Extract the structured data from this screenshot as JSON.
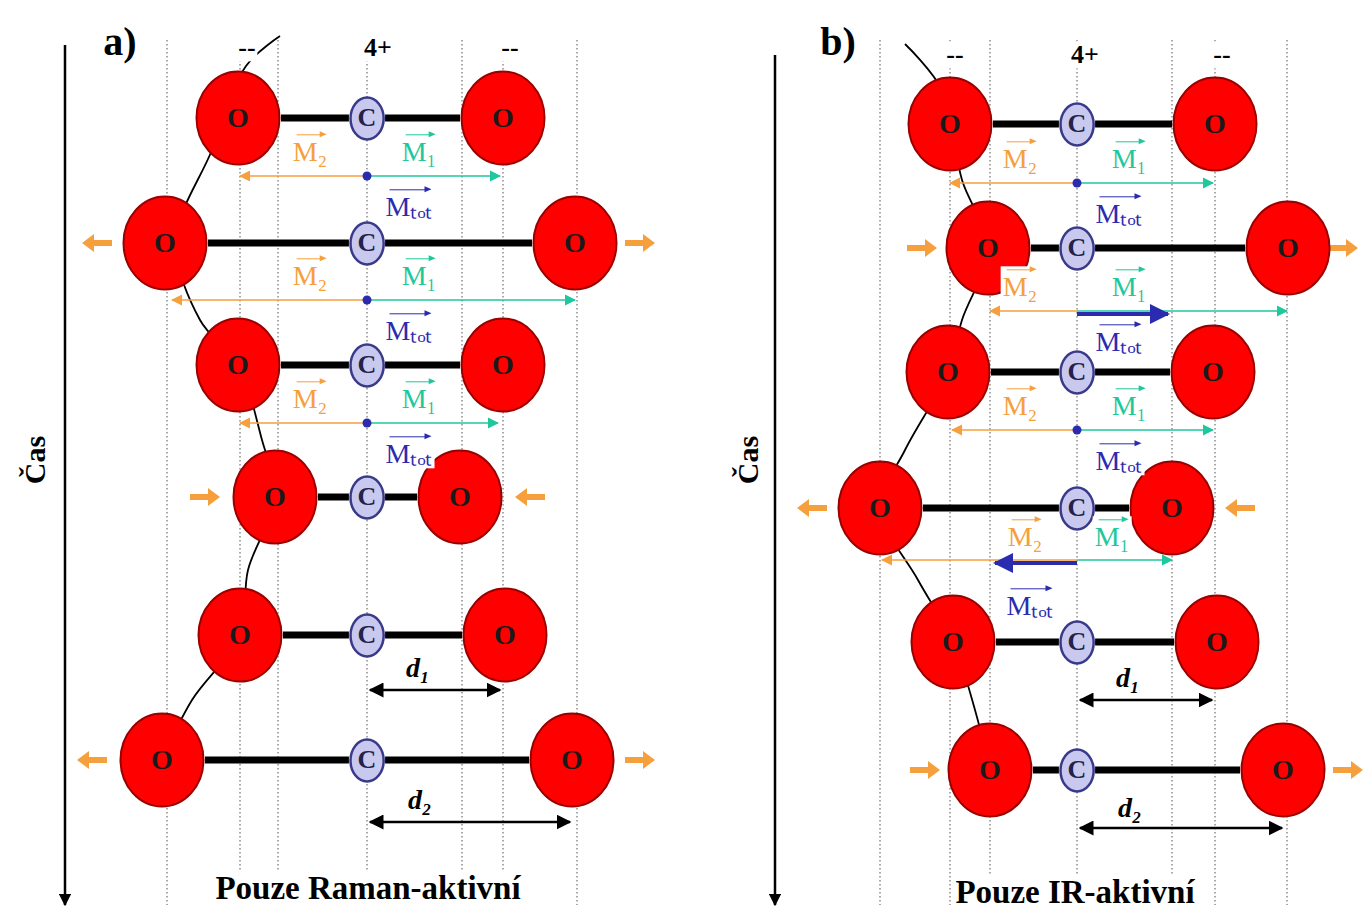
{
  "diagram": {
    "nodes": [
      {
        "text": [
          "O"
        ]
      },
      {
        "text": [
          "C"
        ]
      },
      {
        "text": [
          "O"
        ]
      },
      {
        "text": [
          "O"
        ]
      },
      {
        "text": [
          "C"
        ]
      },
      {
        "text": [
          "O"
        ]
      },
      {
        "text": [
          "O"
        ]
      },
      {
        "text": [
          "C"
        ]
      },
      {
        "text": [
          "O"
        ]
      },
      {
        "text": [
          "O"
        ]
      },
      {
        "text": [
          "C"
        ]
      },
      {
        "text": [
          "O"
        ]
      },
      {
        "text": [
          "O"
        ]
      },
      {
        "text": [
          "C"
        ]
      },
      {
        "text": [
          "O"
        ]
      },
      {
        "text": [
          "O"
        ]
      },
      {
        "text": [
          "C"
        ]
      },
      {
        "text": [
          "O"
        ]
      },
      {
        "text": [
          "O"
        ]
      },
      {
        "text": [
          "C"
        ]
      },
      {
        "text": [
          "O"
        ]
      },
      {
        "text": [
          "O"
        ]
      },
      {
        "text": [
          "C"
        ]
      },
      {
        "text": [
          "O"
        ]
      },
      {
        "text": [
          "O"
        ]
      },
      {
        "text": [
          "C"
        ]
      },
      {
        "text": [
          "O"
        ]
      },
      {
        "text": [
          "O"
        ]
      },
      {
        "text": [
          "C"
        ]
      },
      {
        "text": [
          "O"
        ]
      },
      {
        "text": [
          "O"
        ]
      },
      {
        "text": [
          "C"
        ]
      },
      {
        "text": [
          "O"
        ]
      },
      {
        "text": [
          "O"
        ]
      },
      {
        "text": [
          "C"
        ]
      },
      {
        "text": [
          "O"
        ]
      }
    ],
    "edges": [
      {
        "from": 0,
        "to": 1,
        "arrow": "none"
      },
      {
        "from": 1,
        "to": 2,
        "arrow": "none"
      },
      {
        "from": 3,
        "to": 4,
        "arrow": "none"
      },
      {
        "from": 4,
        "to": 5,
        "arrow": "none"
      },
      {
        "from": 6,
        "to": 7,
        "arrow": "none"
      },
      {
        "from": 7,
        "to": 8,
        "arrow": "none"
      },
      {
        "from": 9,
        "to": 10,
        "arrow": "none"
      },
      {
        "from": 10,
        "to": 11,
        "arrow": "none"
      },
      {
        "from": 12,
        "to": 13,
        "arrow": "none"
      },
      {
        "from": 13,
        "to": 14,
        "arrow": "none"
      },
      {
        "from": 15,
        "to": 16,
        "arrow": "none"
      },
      {
        "from": 16,
        "to": 17,
        "arrow": "none"
      },
      {
        "from": 18,
        "to": 19,
        "arrow": "none"
      },
      {
        "from": 19,
        "to": 20,
        "arrow": "none"
      },
      {
        "from": 21,
        "to": 22,
        "arrow": "none"
      },
      {
        "from": 22,
        "to": 23,
        "arrow": "none"
      },
      {
        "from": 24,
        "to": 25,
        "arrow": "none"
      },
      {
        "from": 25,
        "to": 26,
        "arrow": "none"
      },
      {
        "from": 27,
        "to": 28,
        "arrow": "none"
      },
      {
        "from": 28,
        "to": 29,
        "arrow": "none"
      },
      {
        "from": 30,
        "to": 31,
        "arrow": "none"
      },
      {
        "from": 31,
        "to": 32,
        "arrow": "none"
      },
      {
        "from": 33,
        "to": 34,
        "arrow": "none"
      },
      {
        "from": 34,
        "to": 35,
        "arrow": "none"
      }
    ],
    "labels": [
      "a)",
      "--",
      "4+",
      "--",
      "Čas",
      "M₂",
      "M₁",
      "Mₜₒₜ",
      "M₂",
      "M₁",
      "Mₜₒₜ",
      "M₂",
      "M₁",
      "Mₜₒₜ",
      "d₁",
      "d₂",
      "Pouze Raman-aktivní",
      "b)",
      "--",
      "4+",
      "--",
      "Čas",
      "M₂",
      "M₁",
      "Mₜₒₜ",
      "M₂",
      "M₁",
      "Mₜₒₜ",
      "M₂",
      "M₁",
      "Mₜₒₜ",
      "M₂",
      "M₁",
      "Mₜₒₜ",
      "d₁",
      "d₂",
      "Pouze IR-aktivní"
    ]
  }
}
